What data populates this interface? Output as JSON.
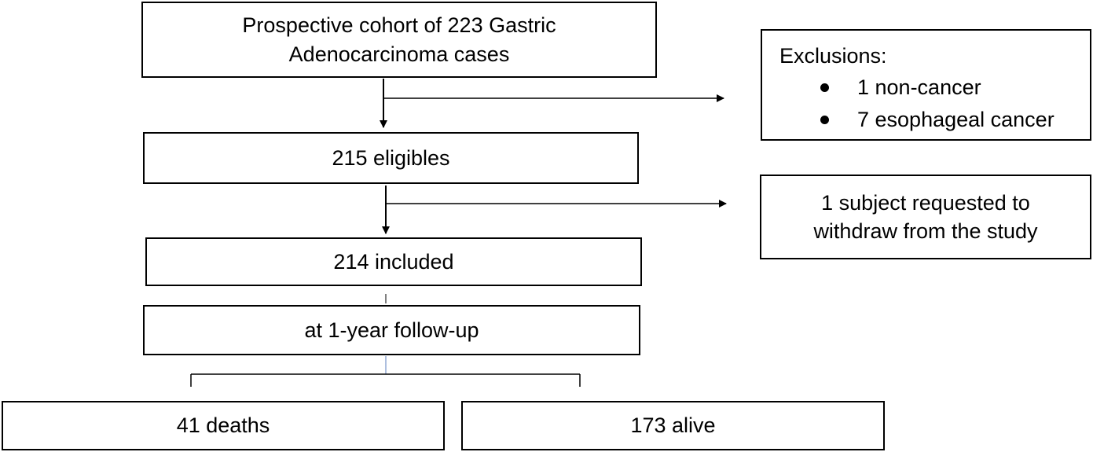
{
  "cohort": {
    "line1": "Prospective cohort of 223 Gastric",
    "line2": "Adenocarcinoma cases"
  },
  "exclusions": {
    "title": "Exclusions:",
    "items": [
      "1 non-cancer",
      "7 esophageal cancer"
    ]
  },
  "eligibles": "215 eligibles",
  "withdrawal": {
    "line1": "1 subject requested to",
    "line2": "withdraw from the study"
  },
  "included": "214 included",
  "followup": "at 1-year follow-up",
  "deaths": "41 deaths",
  "alive": "173 alive"
}
